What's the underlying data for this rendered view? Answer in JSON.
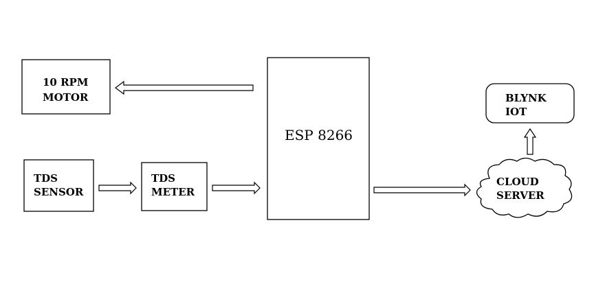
{
  "diagram": {
    "blocks": {
      "motor": {
        "line1": "10 RPM",
        "line2": "MOTOR"
      },
      "esp": {
        "label": "ESP 8266"
      },
      "tds_sensor": {
        "line1": "TDS",
        "line2": "SENSOR"
      },
      "tds_meter": {
        "line1": "TDS",
        "line2": "METER"
      },
      "cloud": {
        "line1": "CLOUD",
        "line2": "SERVER"
      },
      "blynk": {
        "line1": "BLYNK",
        "line2": "IOT"
      }
    }
  }
}
